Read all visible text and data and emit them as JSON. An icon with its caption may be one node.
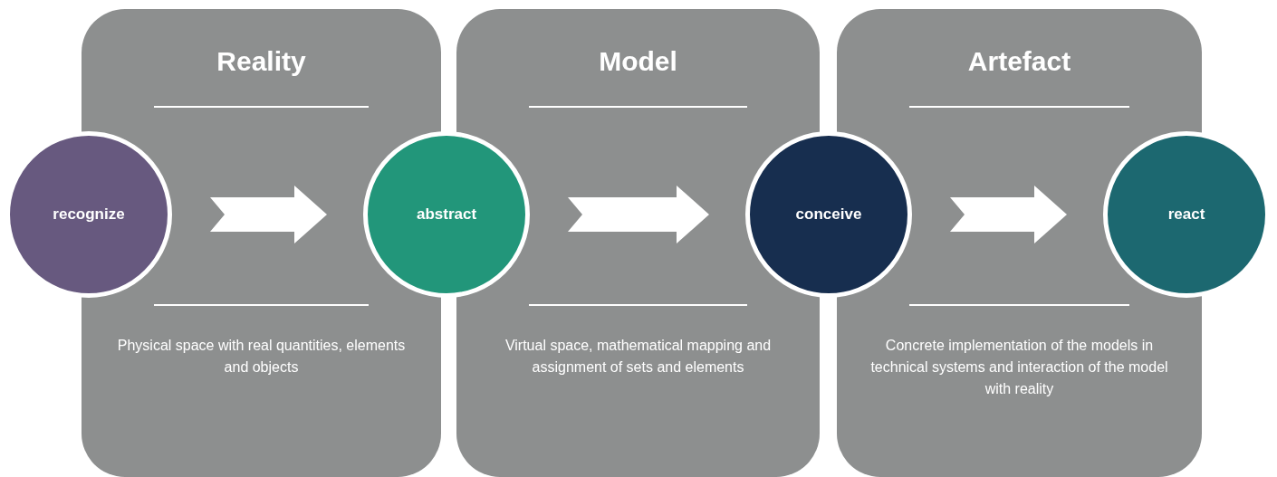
{
  "diagram": {
    "nodes": [
      {
        "text": [
          "Reality",
          "Physical space with real quantities, elements and objects"
        ]
      },
      {
        "text": [
          "Model",
          "Virtual space, mathematical mapping and assignment of sets and elements"
        ]
      },
      {
        "text": [
          "Artefact",
          "Concrete implementation of the models in technical systems and interaction of the model with reality"
        ]
      },
      {
        "text": [
          "recognize"
        ]
      },
      {
        "text": [
          "abstract"
        ]
      },
      {
        "text": [
          "conceive"
        ]
      },
      {
        "text": [
          "react"
        ]
      }
    ],
    "edges": [
      {
        "from": 3,
        "to": 4,
        "arrow": "to"
      },
      {
        "from": 4,
        "to": 5,
        "arrow": "to"
      },
      {
        "from": 5,
        "to": 6,
        "arrow": "to"
      }
    ]
  }
}
